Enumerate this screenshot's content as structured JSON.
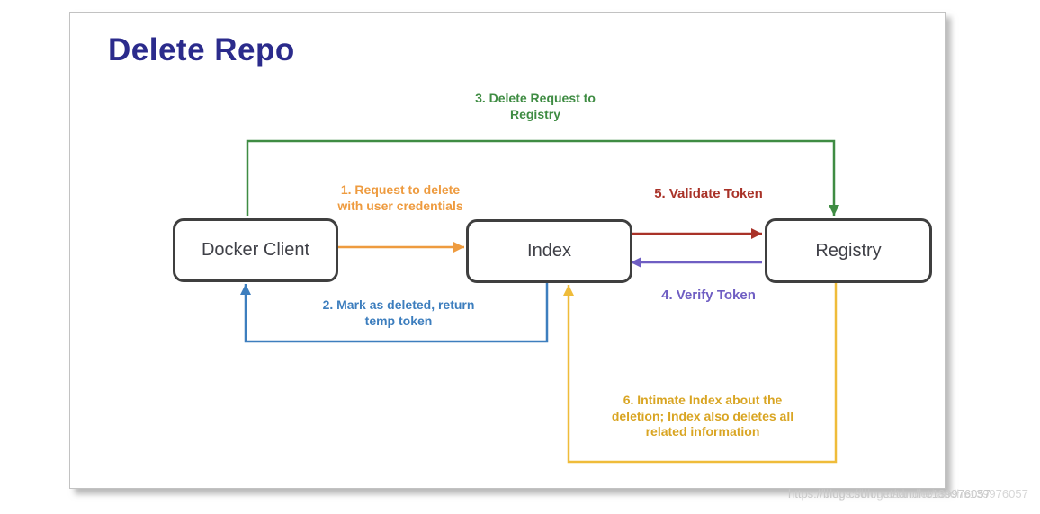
{
  "title": "Delete Repo",
  "colors": {
    "title": "#2B2B8C",
    "node_border": "#3F3F3F",
    "node_text": "#3F4047",
    "orange": "#EE9B3F",
    "blue": "#3D7EBE",
    "green": "#3F8C43",
    "red": "#A93228",
    "purple": "#6F5EC3",
    "yellow": "#EFBC3A",
    "yellow_label": "#D9A523"
  },
  "nodes": {
    "docker_client": "Docker Client",
    "index": "Index",
    "registry": "Registry"
  },
  "edges": {
    "e1": {
      "label": "1. Request to delete\nwith user credentials",
      "from": "Docker Client",
      "to": "Index"
    },
    "e2": {
      "label": "2. Mark as deleted, return\ntemp token",
      "from": "Index",
      "to": "Docker Client"
    },
    "e3": {
      "label": "3. Delete Request to\nRegistry",
      "from": "Docker Client",
      "to": "Registry"
    },
    "e4": {
      "label": "4. Verify Token",
      "from": "Registry",
      "to": "Index"
    },
    "e5": {
      "label": "5. Validate Token",
      "from": "Index",
      "to": "Registry"
    },
    "e6": {
      "label": "6. Intimate Index about the\ndeletion; Index also deletes all\nrelated information",
      "from": "Registry",
      "to": "Index"
    }
  },
  "watermark": "https://blog.csdn.net/tandhe139976057"
}
